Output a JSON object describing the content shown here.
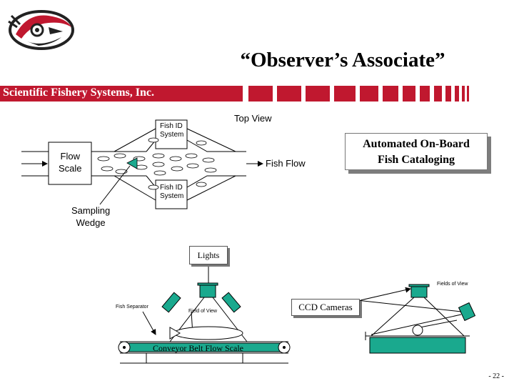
{
  "slide": {
    "title": "“Observer’s Associate”",
    "banner": "Scientific Fishery Systems, Inc.",
    "page_number": "- 22 -"
  },
  "callout": {
    "line1": "Automated On-Board",
    "line2": "Fish Cataloging"
  },
  "top_view": {
    "heading": "Top View",
    "id_top_line1": "Fish ID",
    "id_top_line2": "System",
    "id_bottom_line1": "Fish ID",
    "id_bottom_line2": "System",
    "scale_line1": "Flow",
    "scale_line2": "Scale",
    "flow_label": "Fish Flow",
    "wedge_line1": "Sampling",
    "wedge_line2": "Wedge"
  },
  "side_view": {
    "lights": "Lights",
    "fields_of_view": "Fields of View",
    "field_of_view": "Field of View",
    "fish_separator": "Fish Separator",
    "ccd_cameras": "CCD Cameras",
    "conveyor": "Conveyor Belt Flow Scale"
  },
  "colors": {
    "brand_red": "#c0182f",
    "teal": "#1aa98e"
  }
}
